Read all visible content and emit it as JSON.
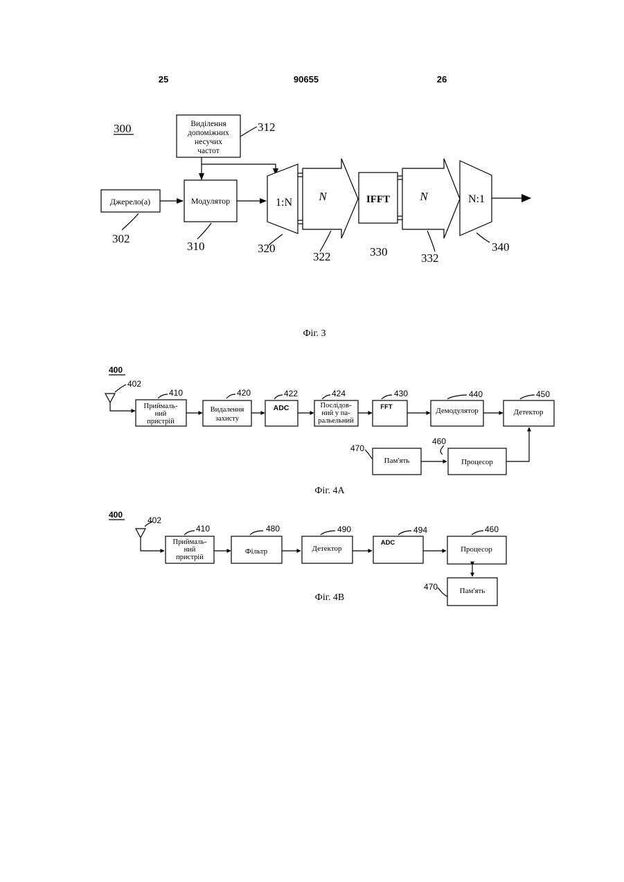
{
  "header": {
    "left": "25",
    "center": "90655",
    "right": "26"
  },
  "fig3": {
    "id": "300",
    "caption": "Фіг. 3",
    "pilot_lines": [
      "Виділення",
      "допоміжних",
      "несучих",
      "частот"
    ],
    "pilot_ref": "312",
    "source": "Джерело(а)",
    "source_ref": "302",
    "modulator": "Модулятор",
    "modulator_ref": "310",
    "sp": "1:N",
    "sp_ref": "320",
    "n1": "N",
    "n1_ref": "322",
    "ifft": "IFFT",
    "ifft_ref": "330",
    "n2": "N",
    "n2_ref": "332",
    "ps": "N:1",
    "ps_ref": "340"
  },
  "fig4a": {
    "id": "400",
    "caption": "Фіг. 4А",
    "antenna_ref": "402",
    "receiver_lines": [
      "Приймаль-",
      "ний",
      "пристрій"
    ],
    "receiver_ref": "410",
    "guard_lines": [
      "Видалення",
      "захисту"
    ],
    "guard_ref": "420",
    "adc": "ADC",
    "adc_ref": "422",
    "sp_lines": [
      "Послідов-",
      "ний у па-",
      "ральельний"
    ],
    "sp_ref": "424",
    "fft": "FFT",
    "fft_ref": "430",
    "demod": "Демодулятор",
    "demod_ref": "440",
    "detector": "Детектор",
    "detector_ref": "450",
    "processor": "Процесор",
    "processor_ref": "460",
    "memory": "Пам'ять",
    "memory_ref": "470"
  },
  "fig4b": {
    "id": "400",
    "caption": "Фіг. 4В",
    "antenna_ref": "402",
    "receiver_lines": [
      "Приймаль-",
      "ний",
      "пристрій"
    ],
    "receiver_ref": "410",
    "filter": "Фільтр",
    "filter_ref": "480",
    "detector": "Детектор",
    "detector_ref": "490",
    "adc": "ADC",
    "adc_ref": "494",
    "processor": "Процесор",
    "processor_ref": "460",
    "memory": "Пам'ять",
    "memory_ref": "470"
  }
}
